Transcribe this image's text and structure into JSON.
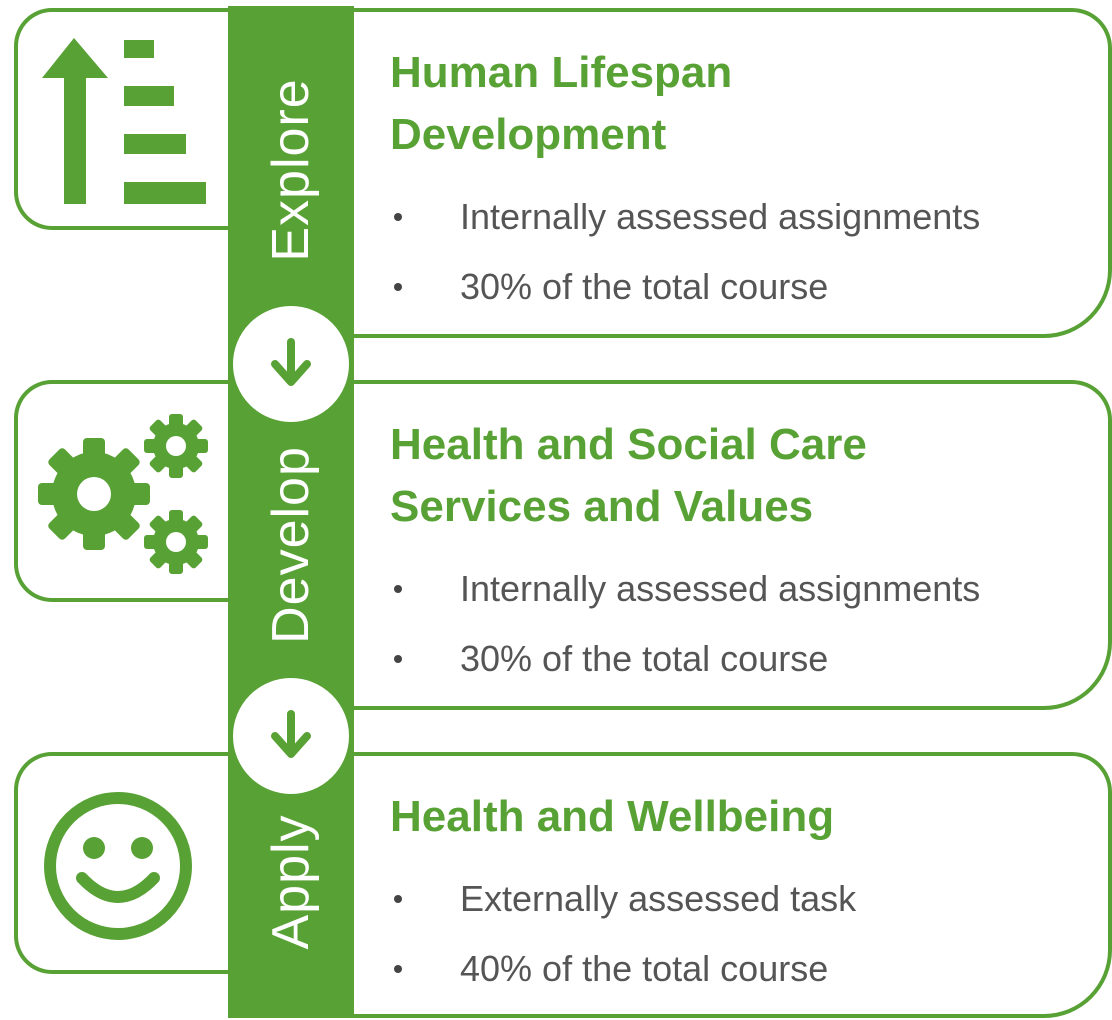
{
  "accent_color": "#58a135",
  "stages": [
    {
      "label": "Explore",
      "icon": "sort-ascending-icon",
      "title_lines": [
        "Human Lifespan",
        "Development"
      ],
      "bullets": [
        "Internally assessed assignments",
        "30% of the total course"
      ]
    },
    {
      "label": "Develop",
      "icon": "gears-icon",
      "title_lines": [
        "Health and Social Care",
        "Services and Values"
      ],
      "bullets": [
        "Internally assessed assignments",
        "30% of the total course"
      ]
    },
    {
      "label": "Apply",
      "icon": "smiley-face-icon",
      "title_lines": [
        "Health and Wellbeing"
      ],
      "bullets": [
        "Externally assessed task",
        "40% of the total course"
      ]
    }
  ],
  "connectors": [
    "arrow-down-icon",
    "arrow-down-icon"
  ]
}
